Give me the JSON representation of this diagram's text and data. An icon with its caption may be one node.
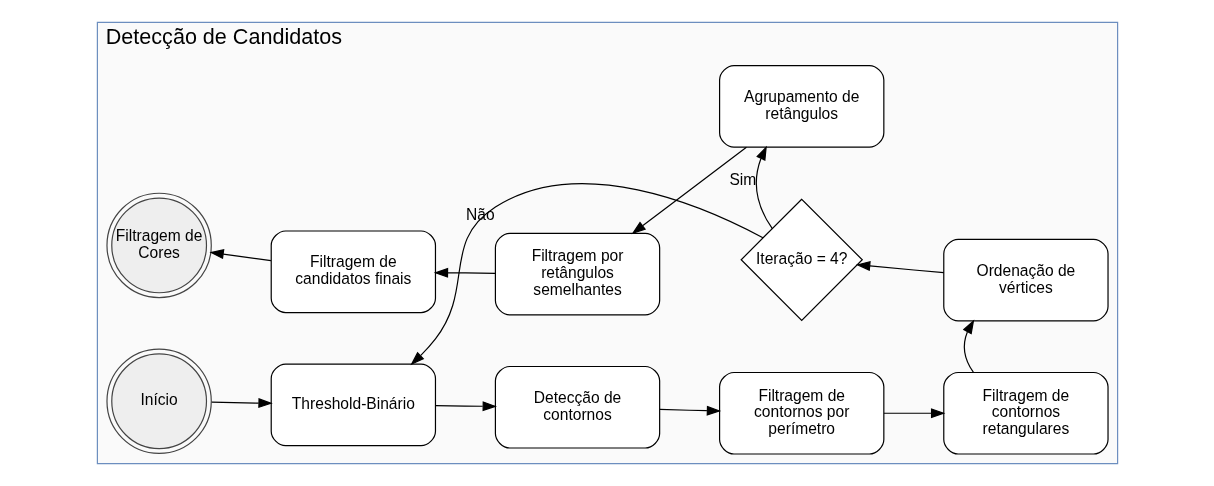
{
  "diagram": {
    "nodes": [
      {
        "text": [
          "Detecção de Candidatos"
        ]
      },
      {
        "text": [
          "Início"
        ],
        "in": 0
      },
      {
        "text": [
          "Threshold-Binário"
        ],
        "in": 0
      },
      {
        "text": [
          "Detecção de contornos"
        ],
        "in": 0
      },
      {
        "text": [
          "Filtragem de contornos por perímetro"
        ],
        "in": 0
      },
      {
        "text": [
          "Filtragem de contornos retangulares"
        ],
        "in": 0
      },
      {
        "text": [
          "Iteração = 4?"
        ],
        "in": 0
      },
      {
        "text": [
          "Ordenação de vértices"
        ],
        "in": 0
      },
      {
        "text": [
          "Filtragem de Cores"
        ],
        "in": 0
      },
      {
        "text": [
          "Filtragem de candidatos finais"
        ],
        "in": 0
      },
      {
        "text": [
          "Filtragem por retângulos semelhantes"
        ],
        "in": 0
      },
      {
        "text": [
          "Agrupamento de retângulos"
        ],
        "in": 0
      }
    ],
    "edges": [
      {
        "from": 1,
        "to": 2,
        "arrow": "to"
      },
      {
        "from": 2,
        "to": 3,
        "arrow": "to"
      },
      {
        "from": 3,
        "to": 4,
        "arrow": "to"
      },
      {
        "from": 4,
        "to": 5,
        "arrow": "to"
      },
      {
        "from": 5,
        "to": 7,
        "arrow": "to"
      },
      {
        "from": 7,
        "to": 6,
        "arrow": "to"
      },
      {
        "from": 6,
        "to": 2,
        "arrow": "to",
        "label": "Não"
      },
      {
        "from": 6,
        "to": 11,
        "arrow": "to",
        "label": "Sim"
      },
      {
        "from": 11,
        "to": 10,
        "arrow": "to"
      },
      {
        "from": 10,
        "to": 9,
        "arrow": "to"
      },
      {
        "from": 9,
        "to": 8,
        "arrow": "to"
      }
    ]
  }
}
